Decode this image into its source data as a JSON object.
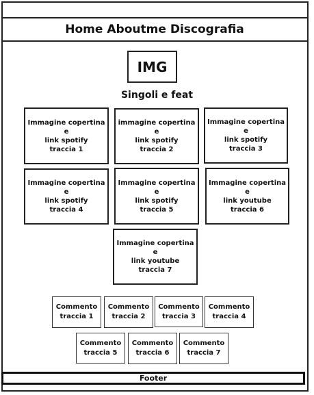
{
  "nav": {
    "items": [
      "Home",
      "Aboutme",
      "Discografia"
    ]
  },
  "image_placeholder": "IMG",
  "section_title": "Singoli e feat",
  "cards": [
    {
      "title": "Immagine copertina",
      "conj": "e",
      "link": "link spotify",
      "track": "traccia 1"
    },
    {
      "title": "immagine copertina",
      "conj": "e",
      "link": "link spotify",
      "track": "traccia 2"
    },
    {
      "title": "Immagine copertina",
      "conj": "e",
      "link": "link spotify",
      "track": "traccia 3"
    },
    {
      "title": "Immagine copertina",
      "conj": "e",
      "link": "link spotify",
      "track": "traccia 4"
    },
    {
      "title": "Immagine copertina",
      "conj": "e",
      "link": "link spotify",
      "track": "traccia 5"
    },
    {
      "title": "Immagine copertina",
      "conj": "e",
      "link": "link youtube",
      "track": "traccia 6"
    },
    {
      "title": "Immagine copertina",
      "conj": "e",
      "link": "link youtube",
      "track": "traccia 7"
    }
  ],
  "comments": [
    {
      "label": "Commento",
      "track": "traccia 1"
    },
    {
      "label": "Commento",
      "track": "traccia 2"
    },
    {
      "label": "Commento",
      "track": "traccia 3"
    },
    {
      "label": "Commento",
      "track": "traccia 4"
    },
    {
      "label": "Commento",
      "track": "traccia 5"
    },
    {
      "label": "Commento",
      "track": "traccia 6"
    },
    {
      "label": "Commento",
      "track": "traccia 7"
    }
  ],
  "footer": "Footer"
}
